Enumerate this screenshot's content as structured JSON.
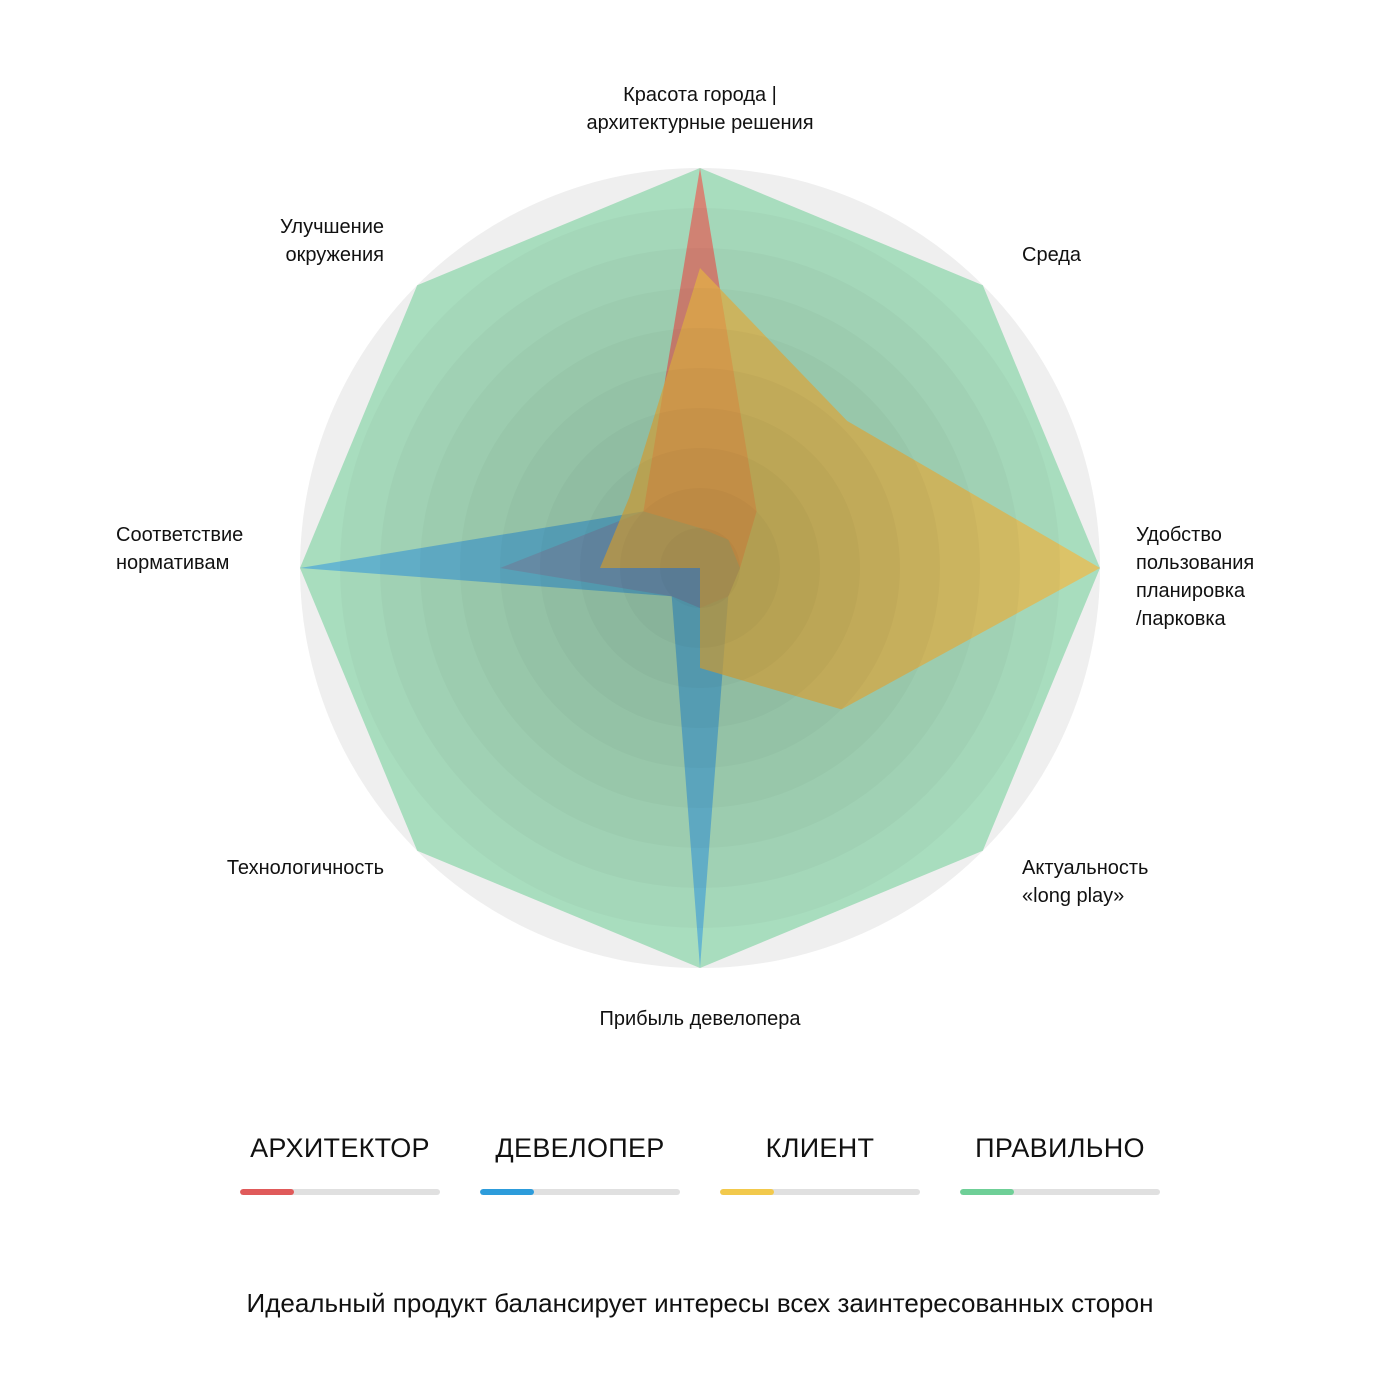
{
  "chart_data": {
    "type": "radar",
    "axes": [
      "Красота города |\nархитектурные решения",
      "Среда",
      "Удобство\nпользования\nпланировка\n/парковка",
      "Актуальность\n«long play»",
      "Прибыль девелопера",
      "Технологичность",
      "Соответствие\nнормативам",
      "Улучшение\nокружения"
    ],
    "rmax": 10,
    "rings": 10,
    "series": [
      {
        "name": "ПРАВИЛЬНО",
        "color": "#6fcf97",
        "fill": "rgba(110,205,150,0.55)",
        "values": [
          10,
          10,
          10,
          10,
          10,
          10,
          10,
          10
        ]
      },
      {
        "name": "АРХИТЕКТОР",
        "color": "#e05a5a",
        "fill": "rgba(232,100,90,0.72)",
        "values": [
          10,
          2,
          1,
          1,
          1,
          1,
          5,
          2
        ]
      },
      {
        "name": "ДЕВЕЛОПЕР",
        "color": "#2d9cdb",
        "fill": "rgba(78,168,215,0.72)",
        "values": [
          1,
          1,
          1,
          1,
          10,
          1,
          10,
          2
        ]
      },
      {
        "name": "КЛИЕНТ",
        "color": "#f2c94c",
        "fill": "rgba(240,185,70,0.72)",
        "values": [
          7.5,
          5.2,
          10,
          5,
          2.5,
          0,
          2.5,
          2.5
        ]
      }
    ]
  },
  "legend": [
    {
      "label": "АРХИТЕКТОР",
      "color": "#e05a5a",
      "fill": 0.27
    },
    {
      "label": "ДЕВЕЛОПЕР",
      "color": "#2d9cdb",
      "fill": 0.27
    },
    {
      "label": "КЛИЕНТ",
      "color": "#f2c94c",
      "fill": 0.27
    },
    {
      "label": "ПРАВИЛЬНО",
      "color": "#6fcf97",
      "fill": 0.27
    }
  ],
  "caption": "Идеальный продукт балансирует интересы всех заинтересованных сторон",
  "background_color": "#efefef"
}
